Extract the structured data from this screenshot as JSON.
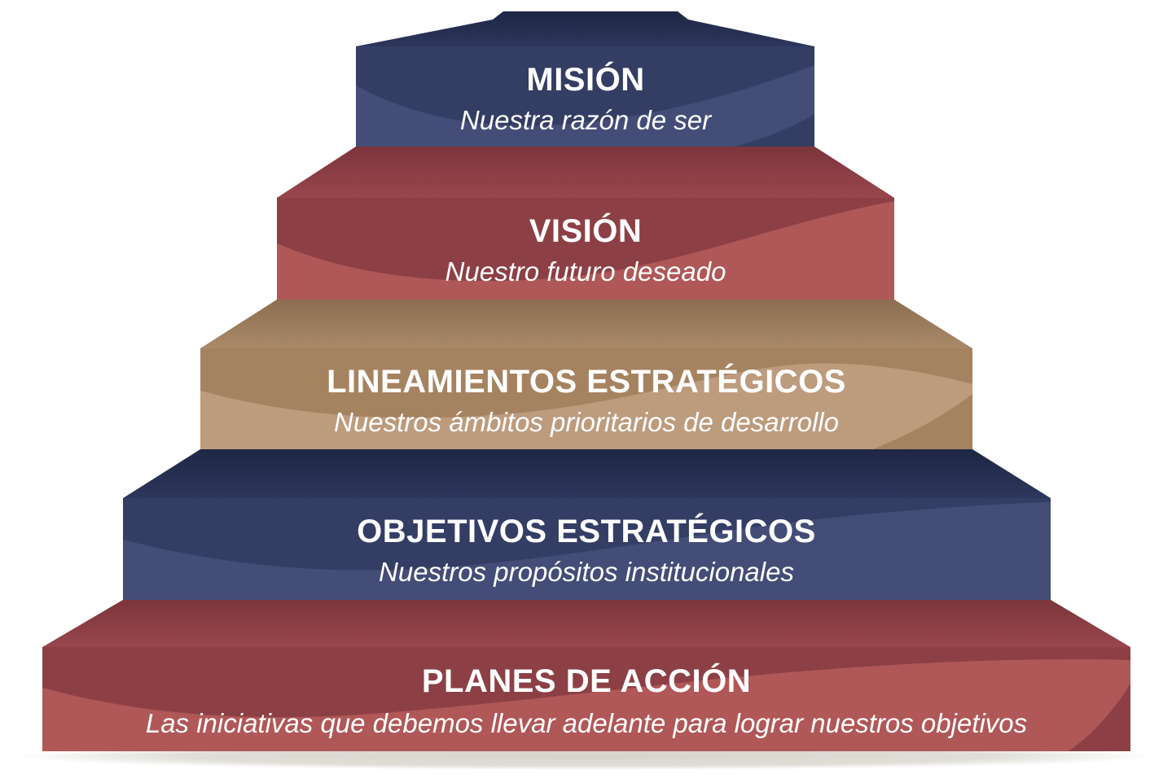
{
  "diagram": {
    "type": "stepped-pyramid",
    "background_color": "#ffffff",
    "text_color": "#ffffff",
    "shadow_color": "#d5d2c8",
    "levels": [
      {
        "rank": 1,
        "title": "MISIÓN",
        "subtitle": "Nuestra razón de ser",
        "front_color": "#343d64",
        "wave_color": "#434d77",
        "top_back": "#1e2744",
        "top_front": "#2d365c"
      },
      {
        "rank": 2,
        "title": "VISIÓN",
        "subtitle": "Nuestro futuro deseado",
        "front_color": "#8c4045",
        "wave_color": "#b05758",
        "top_back": "#7c353c",
        "top_front": "#98464c"
      },
      {
        "rank": 3,
        "title": "LINEAMIENTOS ESTRATÉGICOS",
        "subtitle": "Nuestros ámbitos prioritarios de desarrollo",
        "front_color": "#a68360",
        "wave_color": "#bd9b7d",
        "top_back": "#8b6e50",
        "top_front": "#a98969"
      },
      {
        "rank": 4,
        "title": "OBJETIVOS ESTRATÉGICOS",
        "subtitle": "Nuestros propósitos institucionales",
        "front_color": "#343d64",
        "wave_color": "#434d77",
        "top_back": "#1e2744",
        "top_front": "#2d365c"
      },
      {
        "rank": 5,
        "title": "PLANES DE ACCIÓN",
        "subtitle": "Las iniciativas que debemos llevar adelante para lograr nuestros objetivos",
        "front_color": "#8c4045",
        "wave_color": "#b05758",
        "top_back": "#7c353c",
        "top_front": "#98464c"
      }
    ]
  }
}
